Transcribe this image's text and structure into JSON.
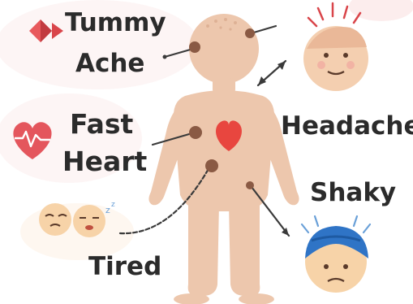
{
  "labels": {
    "tummy_line1": "Tummy",
    "tummy_line2": "Ache",
    "fast_line1": "Fast",
    "fast_line2": "Heart",
    "headache": "Headache",
    "shaky": "Shaky",
    "tired": "Tired"
  },
  "colors": {
    "skin": "#edc7ad",
    "heart": "#e8463f",
    "marker": "#8a5a44",
    "connector": "#3a3a3a",
    "text": "#2b2b2b",
    "pink_bubble": "#fbecec",
    "cap_blue": "#2f74c6",
    "alert_lines": "#d9454a"
  },
  "icons": [
    "tummy-ache-icon",
    "fast-heart-icon",
    "tired-faces-icon",
    "headache-face-icon",
    "shaky-face-icon",
    "body-silhouette",
    "heart-organ-icon"
  ]
}
